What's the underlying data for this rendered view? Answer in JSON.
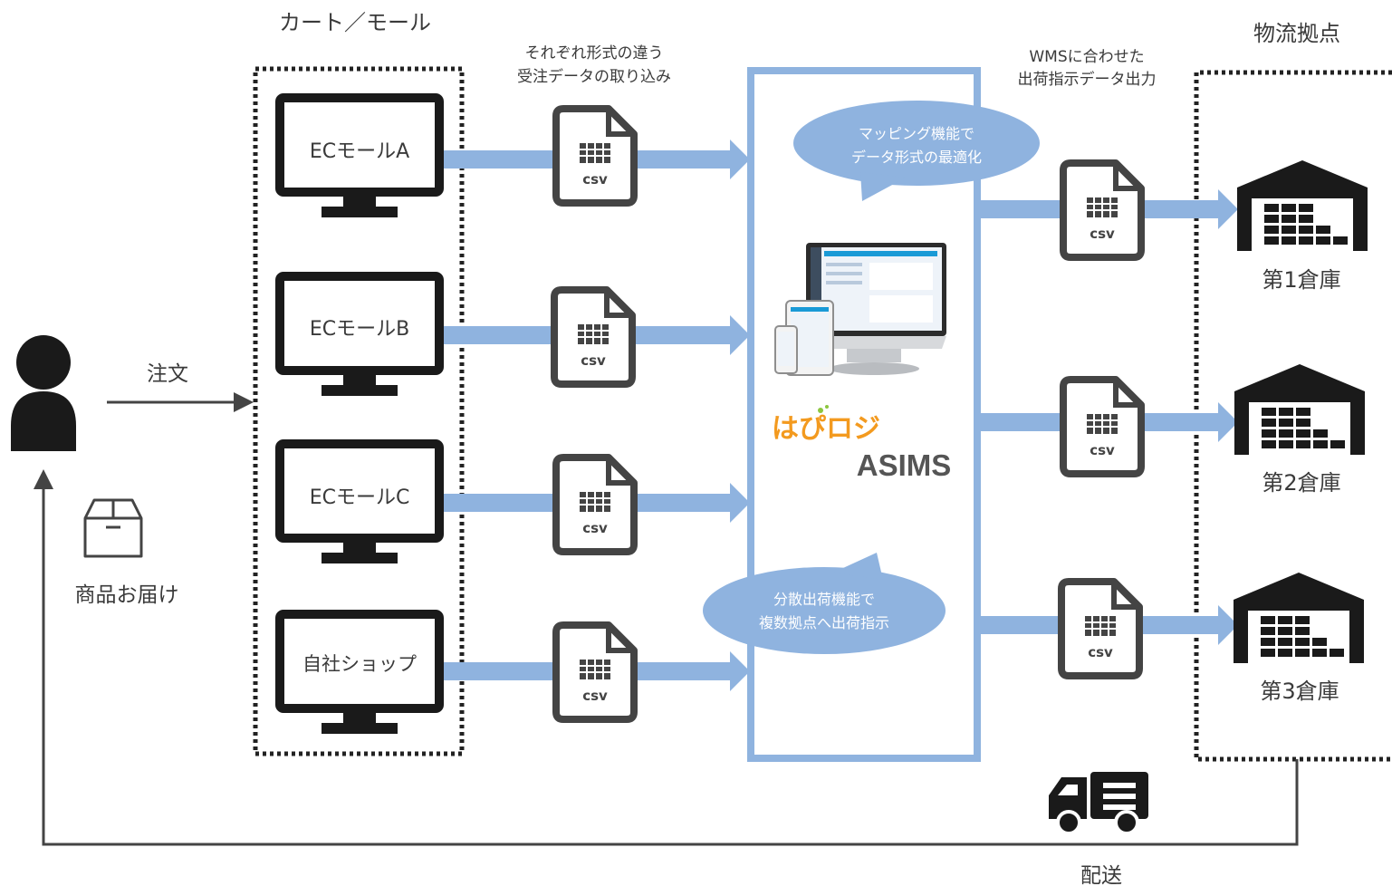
{
  "labels": {
    "cart_mall": "カート／モール",
    "import_note_1": "それぞれ形式の違う",
    "import_note_2": "受注データの取り込み",
    "export_note_1": "WMSに合わせた",
    "export_note_2": "出荷指示データ出力",
    "warehouse_hub": "物流拠点",
    "order": "注文",
    "delivery_of_goods": "商品お届け",
    "shipping": "配送"
  },
  "shops": [
    {
      "label": "ECモールA",
      "file": "csv"
    },
    {
      "label": "ECモールB",
      "file": "csv"
    },
    {
      "label": "ECモールC",
      "file": "csv"
    },
    {
      "label": "自社ショップ",
      "file": "csv"
    }
  ],
  "warehouses": [
    {
      "label": "第1倉庫",
      "file": "csv"
    },
    {
      "label": "第2倉庫",
      "file": "csv"
    },
    {
      "label": "第3倉庫",
      "file": "csv"
    }
  ],
  "center": {
    "brand_logo": "はぴロジ",
    "product": "ASIMS",
    "bubble_top_1": "マッピング機能で",
    "bubble_top_2": "データ形式の最適化",
    "bubble_bottom_1": "分散出荷機能で",
    "bubble_bottom_2": "複数拠点へ出荷指示"
  },
  "colors": {
    "arrow_blue": "#8fb3df",
    "frame_blue": "#8fb3df",
    "bubble_blue": "#8fb3df",
    "icon_dark": "#1a1a1a",
    "file_gray": "#444444",
    "logo_orange": "#f39a1f",
    "logo_blue": "#1a9ad6",
    "logo_green": "#8cc63f",
    "text": "#3a3a3a"
  },
  "icons": [
    "person-icon",
    "box-icon",
    "monitor-icon",
    "csv-file-icon",
    "warehouse-icon",
    "truck-icon",
    "computer-devices-icon"
  ]
}
